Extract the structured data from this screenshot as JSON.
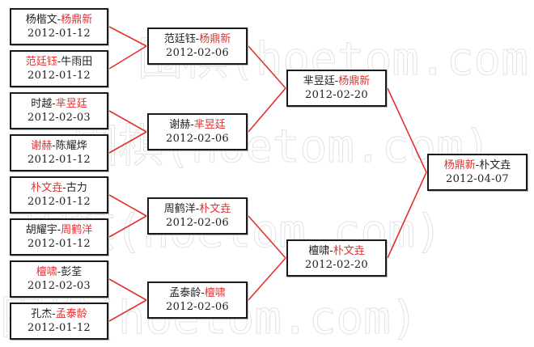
{
  "round1": [
    {
      "p1": "杨楷文",
      "p2": "杨鼎新",
      "winner": 2,
      "date": "2012-01-12"
    },
    {
      "p1": "范廷钰",
      "p2": "牛雨田",
      "winner": 1,
      "date": "2012-01-12"
    },
    {
      "p1": "时越",
      "p2": "芈昱廷",
      "winner": 2,
      "date": "2012-02-03"
    },
    {
      "p1": "谢赫",
      "p2": "陈耀烨",
      "winner": 1,
      "date": "2012-01-12"
    },
    {
      "p1": "朴文垚",
      "p2": "古力",
      "winner": 1,
      "date": "2012-01-12"
    },
    {
      "p1": "胡耀宇",
      "p2": "周鹤洋",
      "winner": 2,
      "date": "2012-01-12"
    },
    {
      "p1": "檀啸",
      "p2": "彭荃",
      "winner": 1,
      "date": "2012-02-03"
    },
    {
      "p1": "孔杰",
      "p2": "孟泰龄",
      "winner": 2,
      "date": "2012-01-12"
    }
  ],
  "round2": [
    {
      "p1": "范廷钰",
      "p2": "杨鼎新",
      "winner": 2,
      "date": "2012-02-06"
    },
    {
      "p1": "谢赫",
      "p2": "芈昱廷",
      "winner": 2,
      "date": "2012-02-06"
    },
    {
      "p1": "周鹤洋",
      "p2": "朴文垚",
      "winner": 2,
      "date": "2012-02-06"
    },
    {
      "p1": "孟泰龄",
      "p2": "檀啸",
      "winner": 2,
      "date": "2012-02-06"
    }
  ],
  "round3": [
    {
      "p1": "芈昱廷",
      "p2": "杨鼎新",
      "winner": 2,
      "date": "2012-02-20"
    },
    {
      "p1": "檀啸",
      "p2": "朴文垚",
      "winner": 2,
      "date": "2012-02-20"
    }
  ],
  "final": [
    {
      "p1": "杨鼎新",
      "p2": "朴文垚",
      "winner": 1,
      "date": "2012-04-07"
    }
  ],
  "separator": "-",
  "watermark": "(hoetom.com)",
  "colors": {
    "winner_text": "#e52f2f",
    "connector": "#e52f2f",
    "box_border": "#1a1a1a",
    "text": "#222222"
  }
}
